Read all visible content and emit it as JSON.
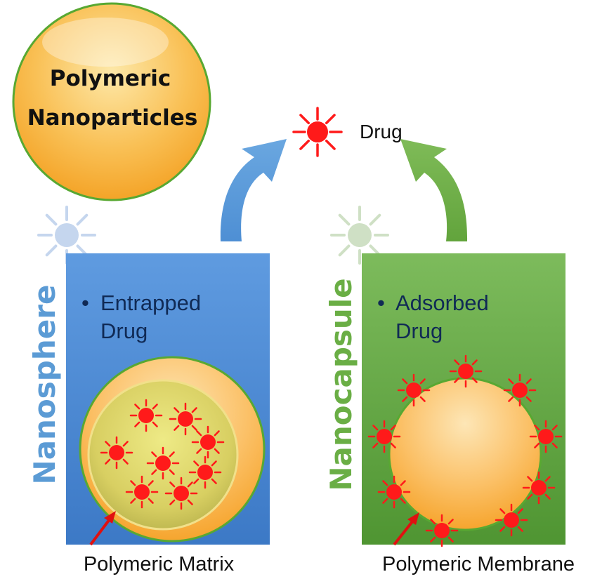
{
  "title": {
    "line1": "Polymeric",
    "line2": "Nanoparticles"
  },
  "legend": {
    "label": "Drug"
  },
  "nanosphere": {
    "side_label": "Nanosphere",
    "bullet": "•",
    "line1": "Entrapped",
    "line2": "Drug",
    "caption": "Polymeric Matrix"
  },
  "nanocapsule": {
    "side_label": "Nanocapsule",
    "bullet": "•",
    "line1": "Adsorbed",
    "line2": "Drug",
    "caption": "Polymeric Membrane"
  },
  "colors": {
    "drug": "#ff1a1a",
    "nanosphere_panel": "#4a86d0",
    "nanocapsule_panel": "#5c9e3e",
    "particle_orange": "#f9b042",
    "arrow_blue": "#5b9bd5",
    "arrow_green": "#70ad47"
  }
}
